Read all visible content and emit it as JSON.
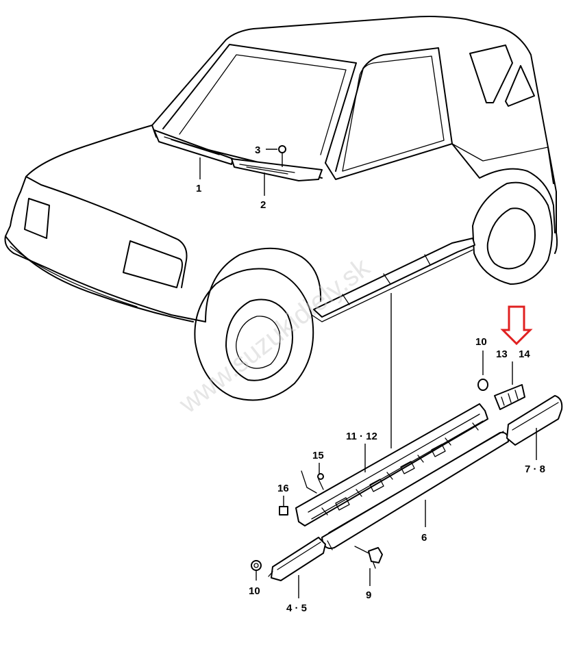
{
  "watermark": "www.suzukidiely.sk",
  "highlight_color": "#e02020",
  "callouts": {
    "c1": "1",
    "c2": "2",
    "c3": "3",
    "c4_5": "4 · 5",
    "c6": "6",
    "c7_8": "7 · 8",
    "c9": "9",
    "c10_top": "10",
    "c10_bottom": "10",
    "c11_12": "11 · 12",
    "c13": "13",
    "c14": "14",
    "c15": "15",
    "c16": "16"
  },
  "icons": {
    "highlight": "down-arrow-icon"
  }
}
